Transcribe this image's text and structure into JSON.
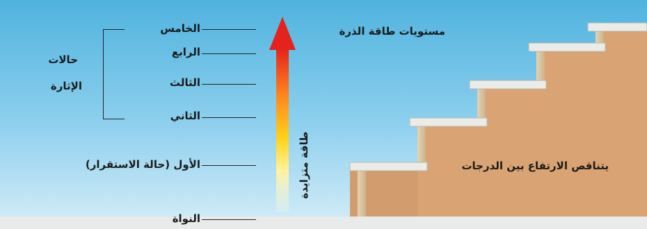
{
  "levels": {
    "fifth": "الخامس",
    "fourth": "الرابع",
    "third": "الثالث",
    "second": "الثاني",
    "first": "الأول (حالة الاستقرار)",
    "nucleus": "النواة"
  },
  "excited_states": {
    "line1": "حالات",
    "line2": "الإثارة"
  },
  "energy_arrow_label": "طاقة متزايدة",
  "stairs": {
    "title": "مستويات طاقة الذرة",
    "caption": "يتناقص الارتفاع بين الدرجات"
  },
  "colors": {
    "sky_top": "#4fb3de",
    "stair_face": "#d9a373",
    "arrow_top": "#e3231c",
    "arrow_bottom": "#fffbe0"
  }
}
